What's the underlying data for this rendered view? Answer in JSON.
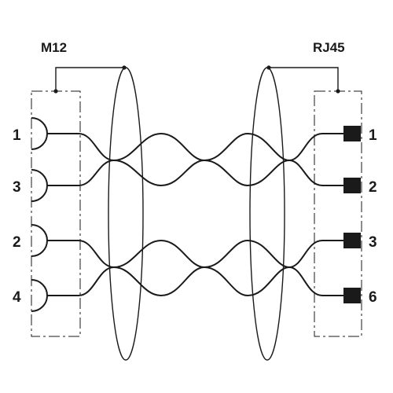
{
  "diagram": {
    "left_connector": {
      "name": "M12",
      "pins": [
        "1",
        "3",
        "2",
        "4"
      ]
    },
    "right_connector": {
      "name": "RJ45",
      "pins": [
        "1",
        "2",
        "3",
        "6"
      ]
    },
    "line_color": "#1a1a1a",
    "background": "#ffffff"
  }
}
